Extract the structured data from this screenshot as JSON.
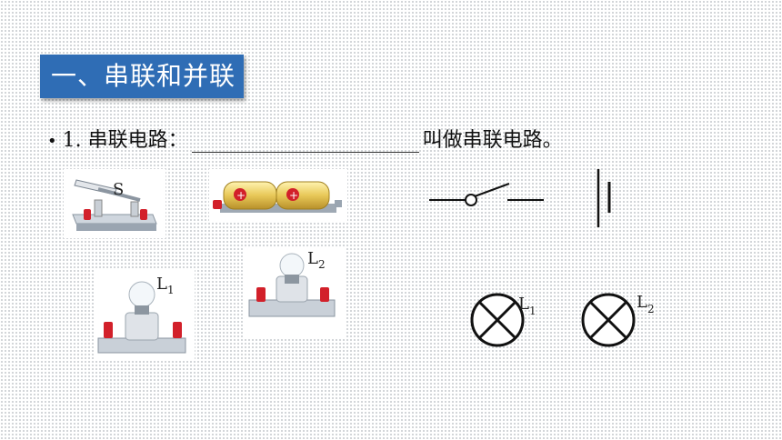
{
  "title": "一、串联和并联",
  "question": {
    "bullet": "•",
    "number": "1.",
    "label": "串联电路：",
    "suffix": "叫做串联电路。"
  },
  "photos": {
    "switch_label": "S",
    "bulb1_label": "L",
    "bulb1_sub": "1",
    "bulb2_label": "L",
    "bulb2_sub": "2"
  },
  "symbols": {
    "lamp1_label": "L",
    "lamp1_sub": "1",
    "lamp2_label": "L",
    "lamp2_sub": "2"
  }
}
